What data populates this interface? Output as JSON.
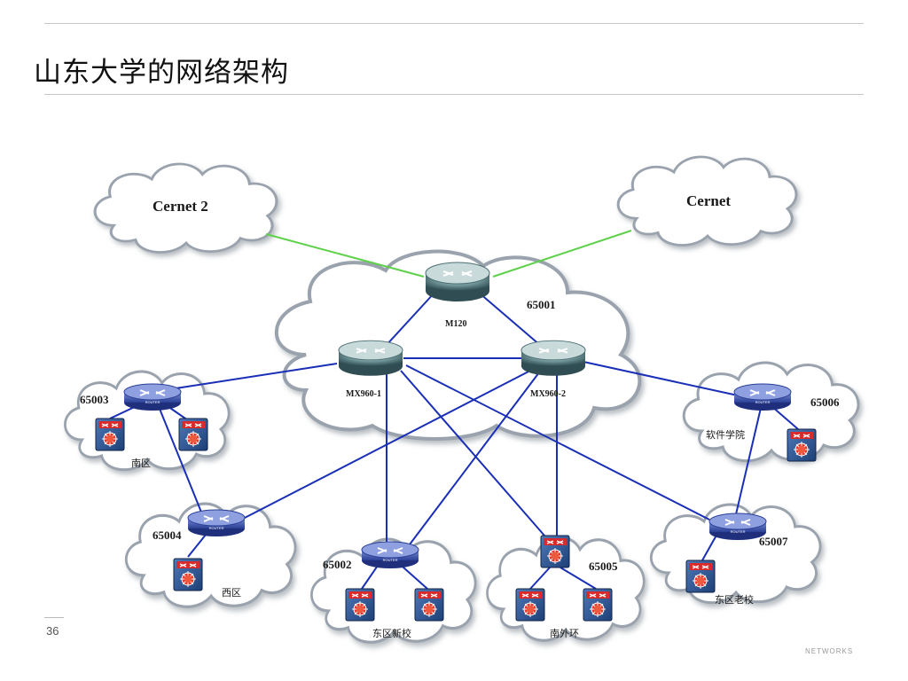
{
  "slide": {
    "title": "山东大学的网络架构",
    "page_number": "36",
    "footer_logo": "NETWORKS"
  },
  "clouds": {
    "cernet2": "Cernet 2",
    "cernet": "Cernet"
  },
  "devices": {
    "m120": "M120",
    "mx960_1": "MX960-1",
    "mx960_2": "MX960-2"
  },
  "as_numbers": {
    "core": "65001",
    "south": "65003",
    "west": "65004",
    "east_new": "65002",
    "south_ring": "65005",
    "software": "65006",
    "east_old": "65007"
  },
  "campuses": {
    "south": "南区",
    "west": "西区",
    "east_new": "东区新校",
    "south_ring": "南外环",
    "software": "软件学院",
    "east_old": "东区老校"
  },
  "colors": {
    "link": "#1a2fb8",
    "uplink": "#5ed14a",
    "cloud_fill": "#ffffff",
    "cloud_edge": "#9aa3ad"
  }
}
